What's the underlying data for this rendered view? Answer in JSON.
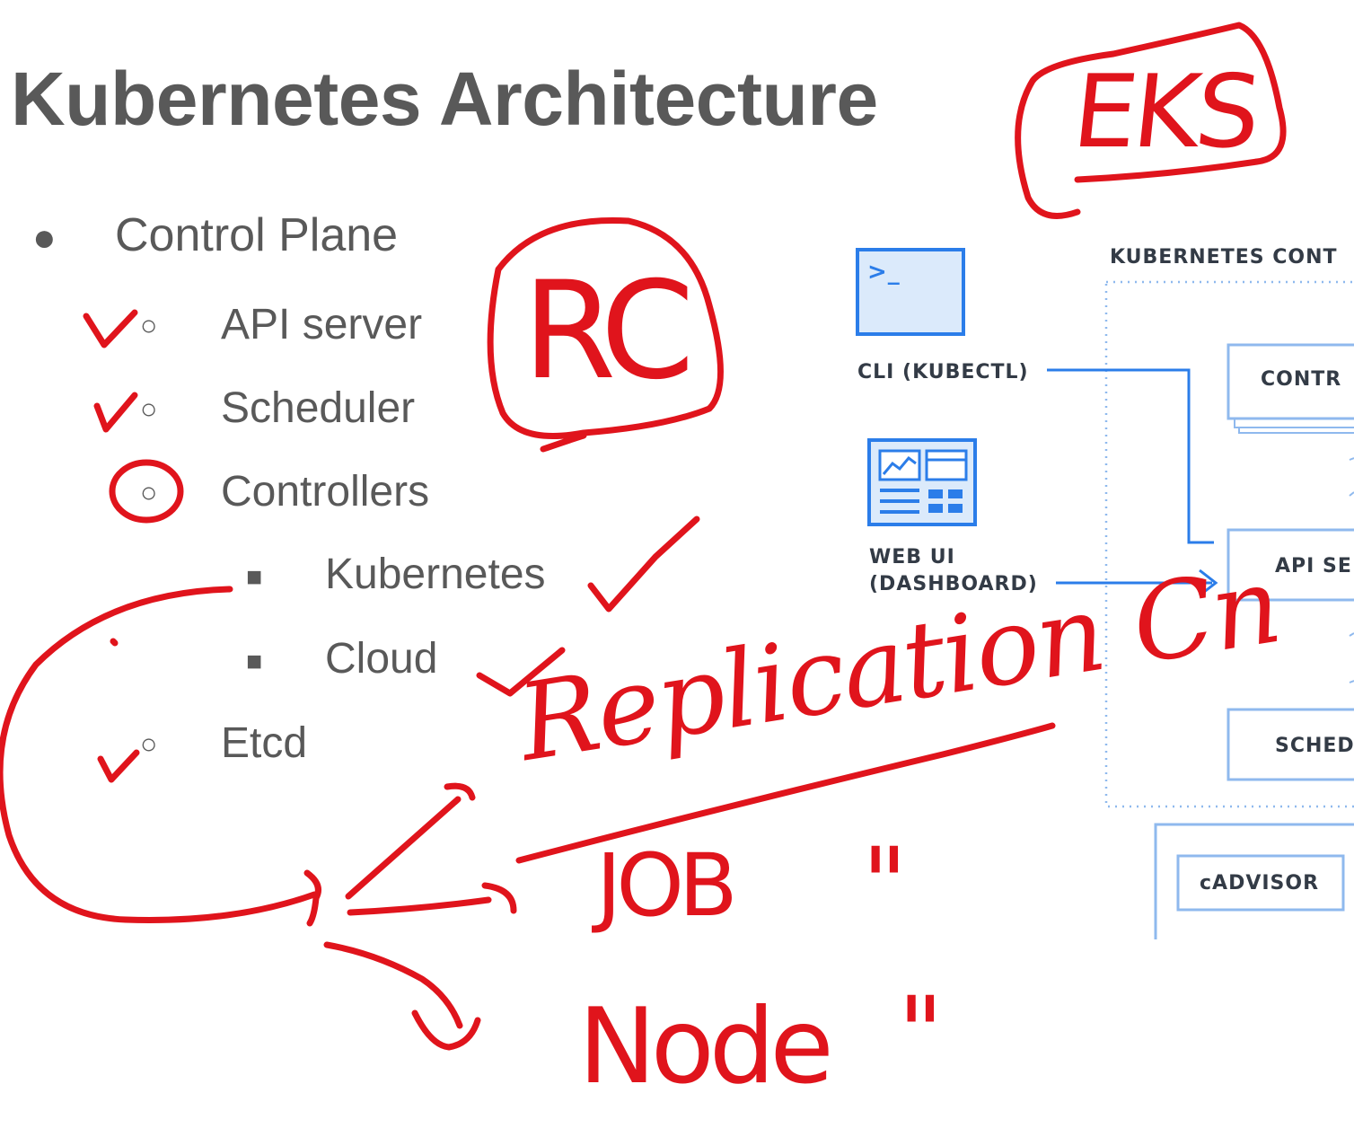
{
  "slide": {
    "title": "Kubernetes Architecture",
    "bullets": {
      "control_plane": "Control Plane",
      "api_server": "API server",
      "scheduler": "Scheduler",
      "controllers": "Controllers",
      "kubernetes": "Kubernetes",
      "cloud": "Cloud",
      "etcd": "Etcd"
    }
  },
  "diagram": {
    "control_plane_title": "KUBERNETES CONT",
    "cli_label": "CLI (KUBECTL)",
    "webui_label_1": "WEB UI",
    "webui_label_2": "(DASHBOARD)",
    "controller_box": "CONTR",
    "api_box": "API SE",
    "scheduler_box": "SCHED",
    "cadvisor_box": "cADVISOR",
    "terminal_prompt": ">_"
  },
  "annotations": {
    "eks": "EKS",
    "rc": "RC",
    "replication": "Replication Cn",
    "job": "JOB",
    "node": "Node",
    "ditto_1": "\"",
    "ditto_2": "\""
  },
  "colors": {
    "text": "#595959",
    "ink": "#e0141c",
    "diagram_blue": "#2b7de9",
    "diagram_light": "#cfe3fb"
  }
}
